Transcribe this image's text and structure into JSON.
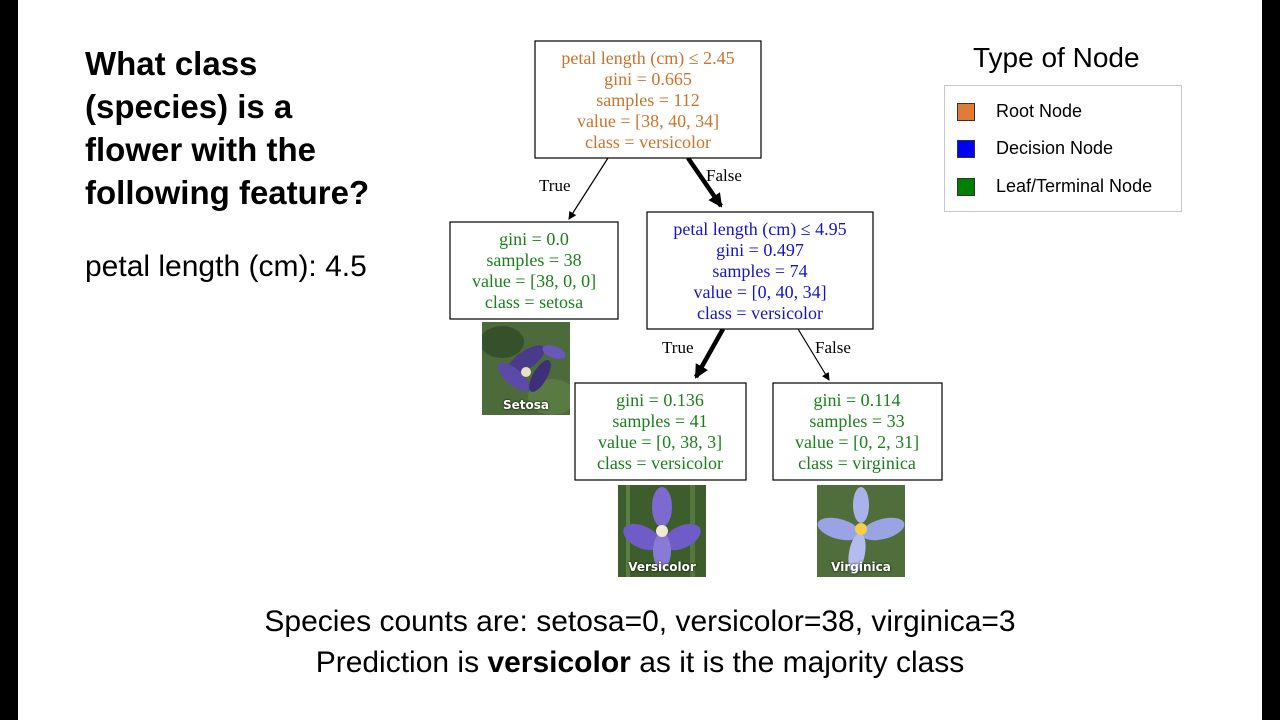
{
  "question": {
    "lines": [
      "What class",
      "(species) is a",
      "flower with the",
      "following feature?"
    ],
    "feature": "petal length (cm): 4.5"
  },
  "legend": {
    "title": "Type of Node",
    "items": [
      {
        "label": "Root Node",
        "color": "#e07b39"
      },
      {
        "label": "Decision Node",
        "color": "#0000ff"
      },
      {
        "label": "Leaf/Terminal Node",
        "color": "#008000"
      }
    ]
  },
  "tree": {
    "colors": {
      "root": "#c8742c",
      "decision": "#1515c8",
      "leaf": "#1a801a"
    },
    "root": [
      "petal length (cm) ≤ 2.45",
      "gini = 0.665",
      "samples = 112",
      "value = [38, 40, 34]",
      "class = versicolor"
    ],
    "leaf_setosa": [
      "gini = 0.0",
      "samples = 38",
      "value = [38, 0, 0]",
      "class = setosa"
    ],
    "decision": [
      "petal length (cm) ≤ 4.95",
      "gini = 0.497",
      "samples = 74",
      "value = [0, 40, 34]",
      "class = versicolor"
    ],
    "leaf_versicolor": [
      "gini = 0.136",
      "samples = 41",
      "value = [0, 38, 3]",
      "class = versicolor"
    ],
    "leaf_virginica": [
      "gini = 0.114",
      "samples = 33",
      "value = [0, 2, 31]",
      "class = virginica"
    ],
    "edge_labels": {
      "root_true": "True",
      "root_false": "False",
      "dec_true": "True",
      "dec_false": "False"
    }
  },
  "flowers": {
    "setosa": "Setosa",
    "versicolor": "Versicolor",
    "virginica": "Virginica"
  },
  "bottom": {
    "line1": "Species counts are: setosa=0, versicolor=38, virginica=3",
    "line2_pre": "Prediction is ",
    "line2_bold": "versicolor",
    "line2_post": " as it is the majority class"
  }
}
